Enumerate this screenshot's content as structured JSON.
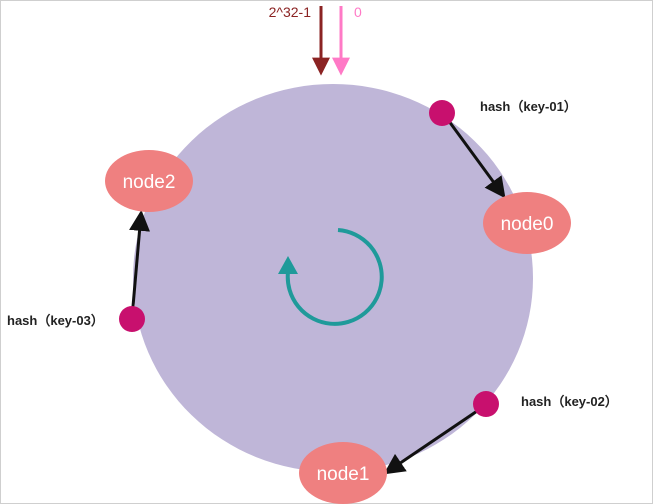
{
  "ring": {
    "top_markers": [
      {
        "label": "2^32-1",
        "color": "#8b2323"
      },
      {
        "label": "0",
        "color": "#ff79c6"
      }
    ],
    "ring_color": "#bfb6d8",
    "rotation_arrow_color": "#1f9a9a"
  },
  "nodes": [
    {
      "id": "node0",
      "label": "node0",
      "color": "#ef8080"
    },
    {
      "id": "node1",
      "label": "node1",
      "color": "#ef8080"
    },
    {
      "id": "node2",
      "label": "node2",
      "color": "#ef8080"
    }
  ],
  "keys": [
    {
      "id": "key-01",
      "label": "hash（key-01）",
      "color": "#c8106e"
    },
    {
      "id": "key-02",
      "label": "hash（key-02）",
      "color": "#c8106e"
    },
    {
      "id": "key-03",
      "label": "hash（key-03）",
      "color": "#c8106e"
    }
  ]
}
